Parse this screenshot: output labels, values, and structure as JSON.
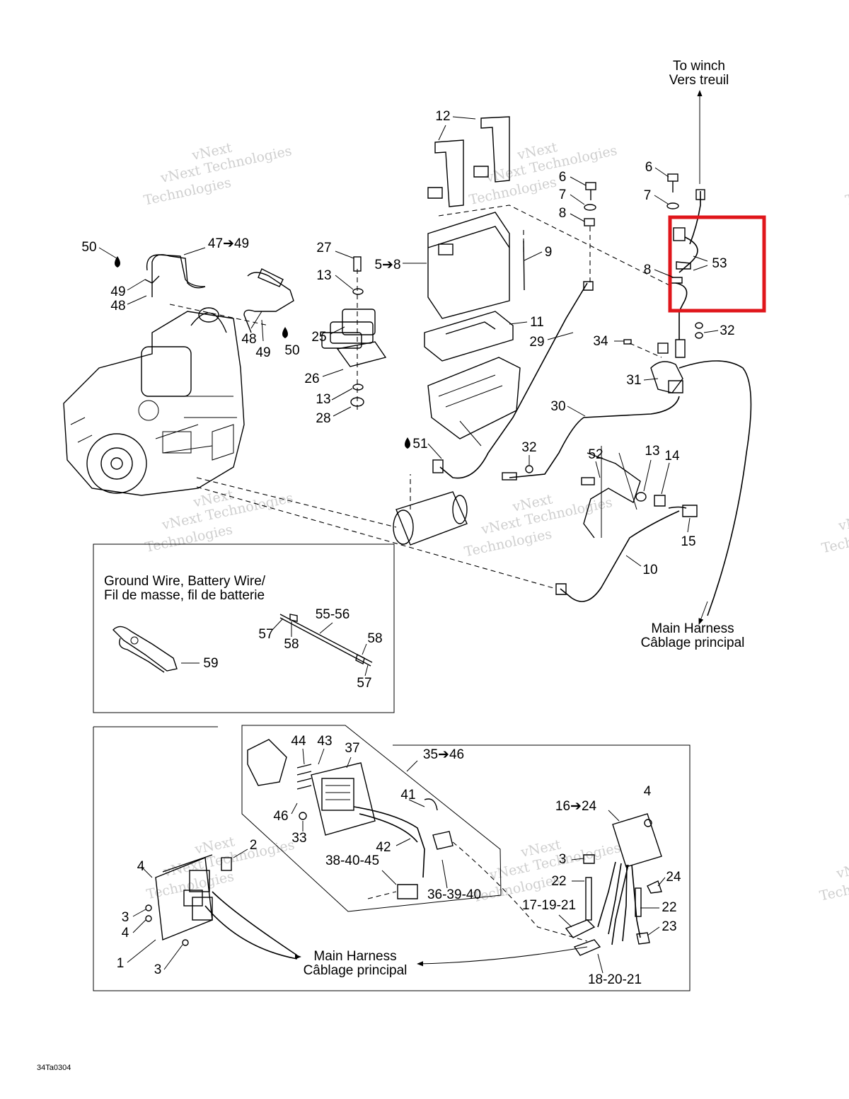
{
  "destinations": {
    "winch_en": "To winch",
    "winch_fr": "Vers treuil",
    "harness_right_en": "Main Harness",
    "harness_right_fr": "Câblage principal",
    "harness_bottom_en": "Main Harness",
    "harness_bottom_fr": "Câblage principal"
  },
  "inset_ground": {
    "title_line1": "Ground Wire, Battery Wire/",
    "title_line2": "Fil de masse, fil de batterie"
  },
  "callouts": {
    "c12": "12",
    "c6a": "6",
    "c7a": "7",
    "c8a": "8",
    "c6b": "6",
    "c7b": "7",
    "c50a": "50",
    "c47": "47➔49",
    "c49a": "49",
    "c48a": "48",
    "c27": "27",
    "c13a": "13",
    "c5": "5➔8",
    "c9": "9",
    "c8b": "8",
    "c53": "53",
    "c48b": "48",
    "c49b": "49",
    "c50b": "50",
    "c25": "25",
    "c11": "11",
    "c29": "29",
    "c34": "34",
    "c32a": "32",
    "c26": "26",
    "c31": "31",
    "c13b": "13",
    "c28": "28",
    "c30": "30",
    "c51": "51",
    "c32b": "32",
    "c52": "52",
    "c13c": "13",
    "c14": "14",
    "c15": "15",
    "c10": "10",
    "c55": "55-56",
    "c57a": "57",
    "c58a": "58",
    "c58b": "58",
    "c59": "59",
    "c57b": "57",
    "c44": "44",
    "c43": "43",
    "c37": "37",
    "c35": "35➔46",
    "c4a": "4",
    "c41": "41",
    "c46": "46",
    "c16": "16➔24",
    "c33": "33",
    "c2": "2",
    "c42": "42",
    "c3a": "3",
    "c38": "38-40-45",
    "c4b": "4",
    "c22a": "22",
    "c24": "24",
    "c36": "36-39-40",
    "c17": "17-19-21",
    "c22b": "22",
    "c3b": "3",
    "c23": "23",
    "c4c": "4",
    "c1": "1",
    "c3c": "3",
    "c18": "18-20-21"
  },
  "watermark": {
    "line1": "vNext",
    "line2": "vNext Technologies",
    "line3": "Technologies"
  },
  "figure_code": "34Ta0304",
  "colors": {
    "highlight_box": "#e0161b",
    "line": "#000000",
    "watermark": "#cfcfcf"
  }
}
